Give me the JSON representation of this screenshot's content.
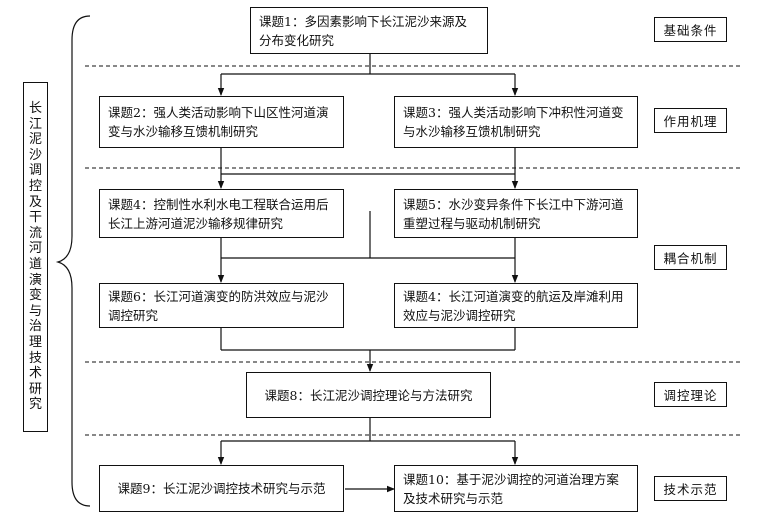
{
  "title": "长江泥沙调控及干流河道演变与治理技术研究",
  "layers": {
    "basic": "基础条件",
    "mechanism": "作用机理",
    "coupling": "耦合机制",
    "regulation": "调控理论",
    "demo": "技术示范"
  },
  "topics": {
    "t1": "课题1：多因素影响下长江泥沙来源及分布变化研究",
    "t2": "课题2：强人类活动影响下山区性河道演变与水沙输移互馈机制研究",
    "t3": "课题3：强人类活动影响下冲积性河道变与水沙输移互馈机制研究",
    "t4": "课题4：控制性水利水电工程联合运用后长江上游河道泥沙输移规律研究",
    "t5": "课题5：水沙变异条件下长江中下游河道重塑过程与驱动机制研究",
    "t6": "课题6：长江河道演变的防洪效应与泥沙调控研究",
    "t7": "课题4：长江河道演变的航运及岸滩利用效应与泥沙调控研究",
    "t8": "课题8：长江泥沙调控理论与方法研究",
    "t9": "课题9：长江泥沙调控技术研究与示范",
    "t10": "课题10：基于泥沙调控的河道治理方案及技术研究与示范"
  }
}
